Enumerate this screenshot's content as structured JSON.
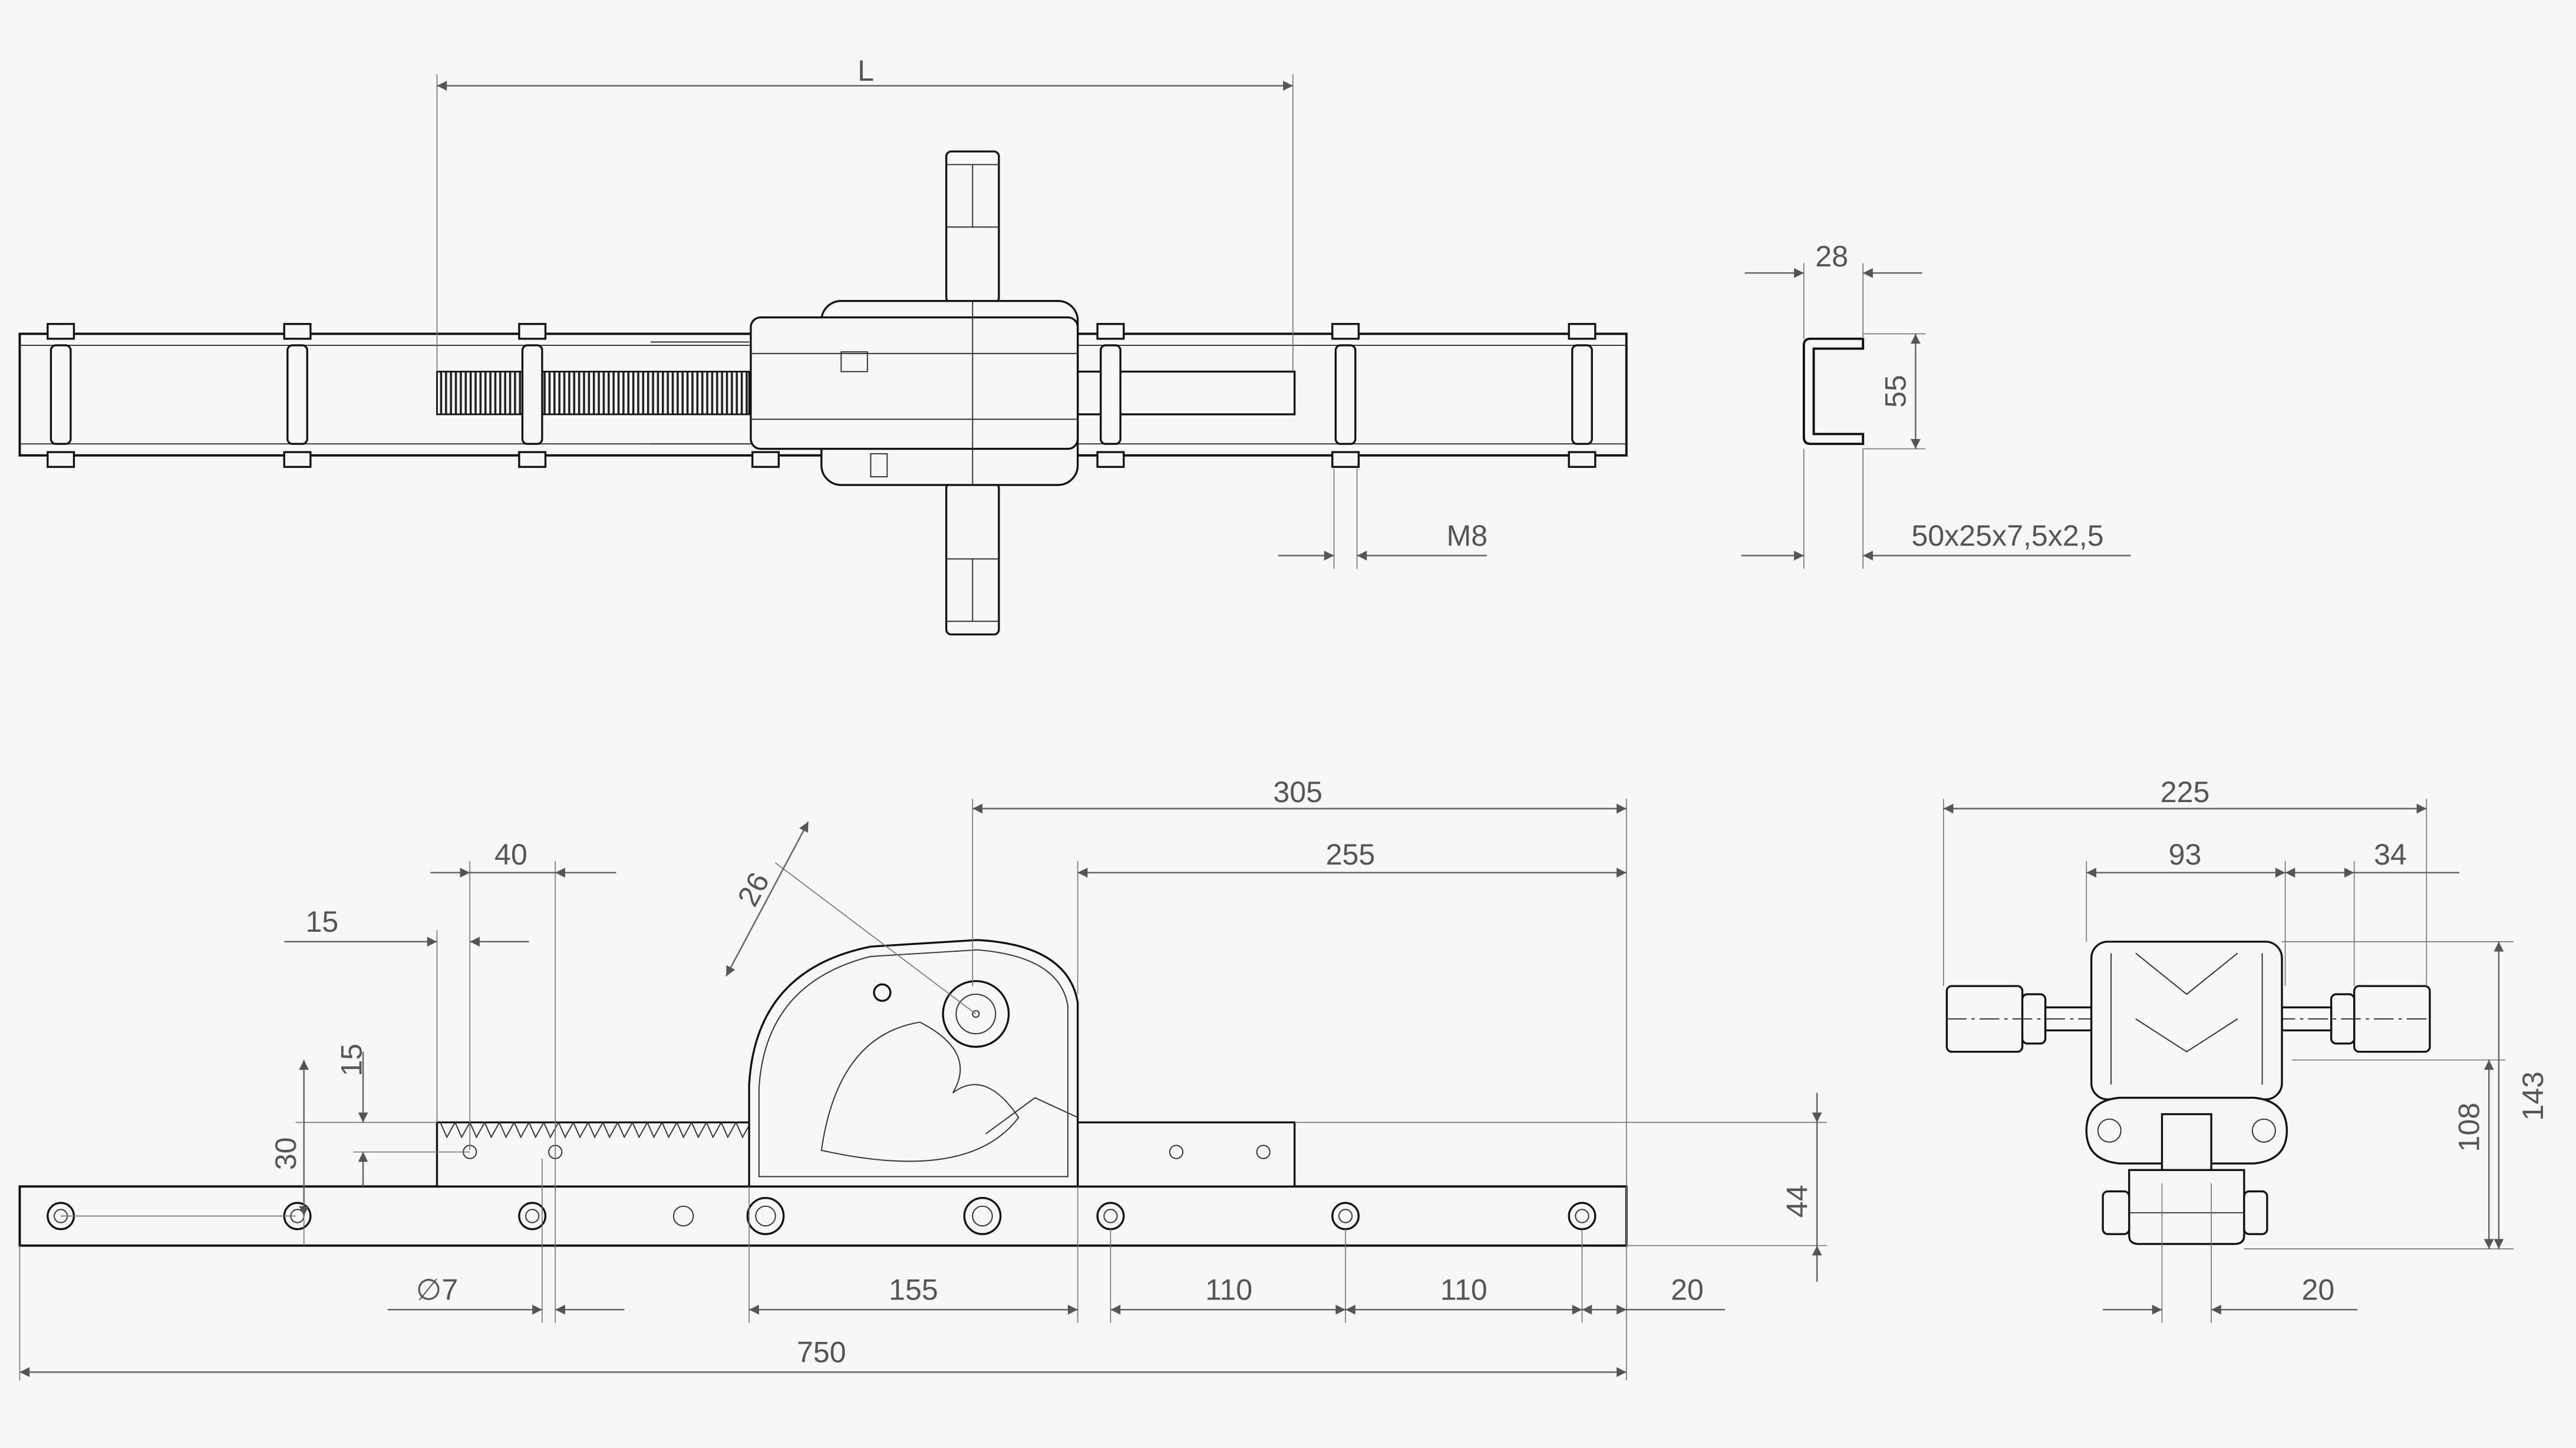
{
  "top_view": {
    "dim_length": "L",
    "dim_bolt": "M8"
  },
  "profile_section": {
    "dim_width": "28",
    "dim_height": "55",
    "profile_label": "50x25x7,5x2,5"
  },
  "side_view": {
    "dim_305": "305",
    "dim_255": "255",
    "dim_26": "26",
    "dim_40": "40",
    "dim_15_horizontal": "15",
    "dim_15_vertical": "15",
    "dim_30": "30",
    "dim_44": "44",
    "dim_hole": "∅7",
    "dim_155": "155",
    "dim_110_a": "110",
    "dim_110_b": "110",
    "dim_20": "20",
    "dim_750": "750"
  },
  "end_view": {
    "dim_225": "225",
    "dim_93": "93",
    "dim_34": "34",
    "dim_143": "143",
    "dim_108": "108",
    "dim_20": "20"
  }
}
